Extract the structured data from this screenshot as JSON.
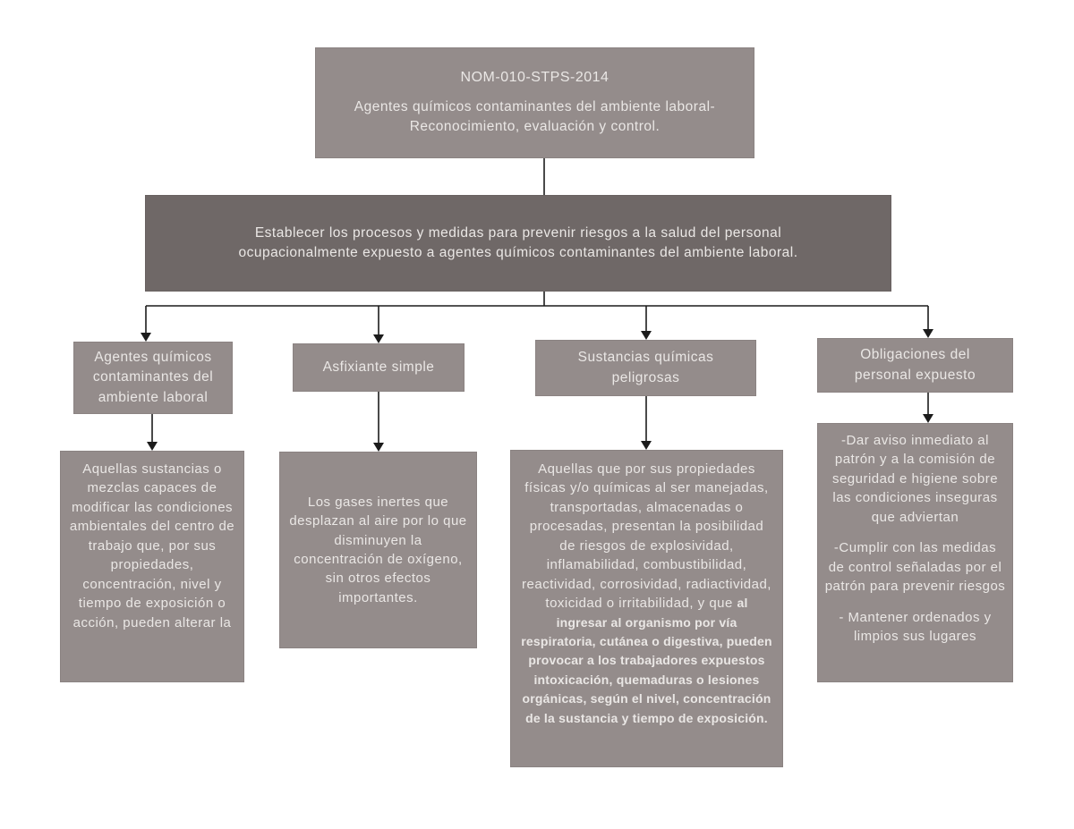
{
  "palette": {
    "background": "#ffffff",
    "box_light": "#948c8b",
    "box_dark": "#6f6867",
    "box_text": "#eae7e5",
    "connector": "#1c1c1c"
  },
  "title_box": {
    "code": "NOM-010-STPS-2014",
    "subtitle": "Agentes químicos contaminantes del ambiente laboral- Reconocimiento, evaluación y control."
  },
  "objective_box": {
    "text": "Establecer los procesos y medidas para prevenir riesgos a la salud del personal ocupacionalmente expuesto a agentes químicos contaminantes del ambiente laboral."
  },
  "branches": [
    {
      "header": "Agentes químicos contaminantes del ambiente laboral",
      "description": "Aquellas sustancias o mezclas capaces de modificar las condiciones ambientales del centro de trabajo que, por sus propiedades, concentración, nivel y tiempo de exposición o acción, pueden alterar la"
    },
    {
      "header": "Asfixiante simple",
      "description": "Los gases inertes que desplazan al aire por lo que disminuyen la concentración de oxígeno, sin otros efectos importantes."
    },
    {
      "header": "Sustancias químicas peligrosas",
      "description_regular": "Aquellas que por sus propiedades físicas y/o químicas al ser manejadas, transportadas, almacenadas o procesadas, presentan la posibilidad de riesgos de explosividad, inflamabilidad, combustibilidad, reactividad, corrosividad, radiactividad, toxicidad o irritabilidad, y que ",
      "description_bold": "al ingresar al organismo por vía respiratoria, cutánea o digestiva, pueden provocar a los trabajadores expuestos intoxicación, quemaduras o lesiones orgánicas, según el nivel, concentración de la sustancia y tiempo de exposición."
    },
    {
      "header": "Obligaciones del personal expuesto",
      "paragraphs": [
        "-Dar aviso inmediato al patrón y a la comisión de seguridad e higiene sobre las condiciones inseguras que adviertan",
        "-Cumplir con las medidas de control señaladas por el patrón para prevenir riesgos",
        "- Mantener ordenados y limpios sus lugares"
      ]
    }
  ]
}
